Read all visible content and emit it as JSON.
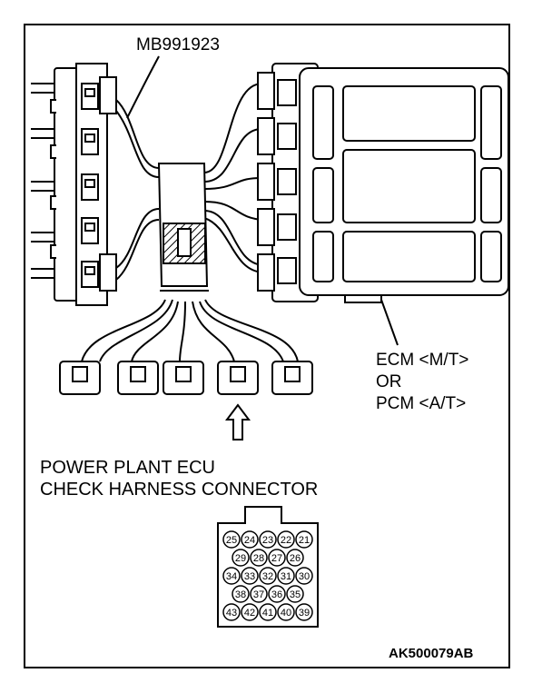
{
  "tool_label": "MB991923",
  "ecu_label": {
    "line1": "ECM <M/T>",
    "line2": "OR",
    "line3": "PCM <A/T>"
  },
  "check_connector_label": {
    "line1": "POWER PLANT ECU",
    "line2": "CHECK HARNESS CONNECTOR"
  },
  "pin_rows": [
    [
      "25",
      "24",
      "23",
      "22",
      "21"
    ],
    [
      "29",
      "28",
      "27",
      "26"
    ],
    [
      "34",
      "33",
      "32",
      "31",
      "30"
    ],
    [
      "38",
      "37",
      "36",
      "35"
    ],
    [
      "43",
      "42",
      "41",
      "40",
      "39"
    ]
  ],
  "figure_code": "AK500079AB",
  "icons": [
    "harness-adapter-left",
    "ecu-unit",
    "check-connector",
    "up-arrow-icon",
    "pin-face-connector"
  ]
}
